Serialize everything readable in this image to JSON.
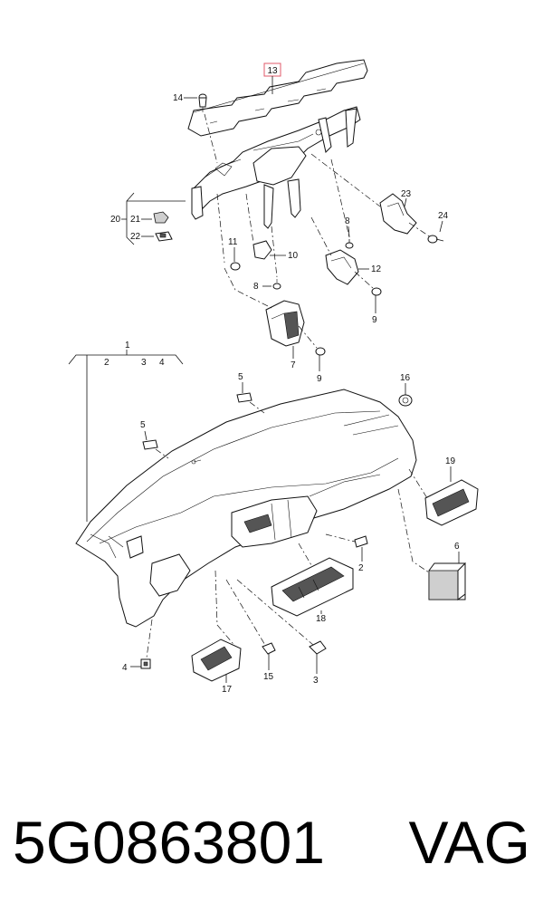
{
  "diagram": {
    "callouts": {
      "c1": "1",
      "c2": "2",
      "c3": "3",
      "c4": "4",
      "c5": "5",
      "c6": "6",
      "c7": "7",
      "c8": "8",
      "c9": "9",
      "c10": "10",
      "c11": "11",
      "c12": "12",
      "c13": "13",
      "c14": "14",
      "c15": "15",
      "c16": "16",
      "c17": "17",
      "c18": "18",
      "c19": "19",
      "c20": "20",
      "c21": "21",
      "c22": "22",
      "c23": "23",
      "c24": "24"
    },
    "highlighted_callout": "13",
    "highlight_color": "#e05a6a"
  },
  "footer": {
    "part_number": "5G0863801",
    "brand": "VAG"
  }
}
